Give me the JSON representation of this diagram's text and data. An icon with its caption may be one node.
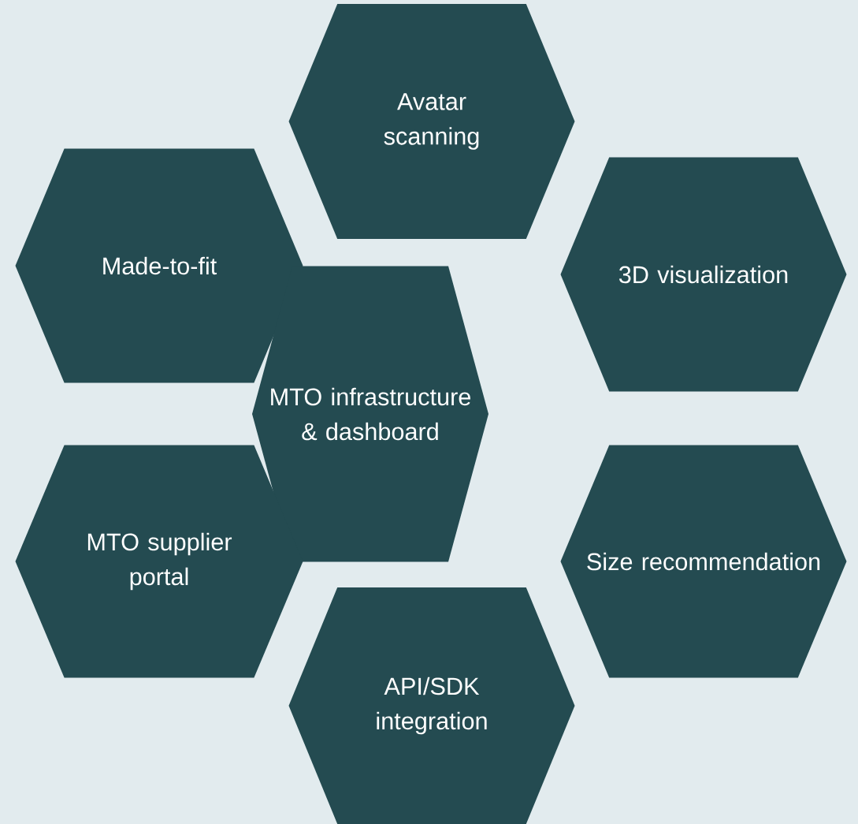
{
  "diagram": {
    "nodes": [
      {
        "text": [
          "Avatar scanning"
        ]
      },
      {
        "text": [
          "Made-to-fit"
        ]
      },
      {
        "text": [
          "3D visualization"
        ]
      },
      {
        "text": [
          "MTO infrastructure & dashboard"
        ]
      },
      {
        "text": [
          "MTO supplier portal"
        ]
      },
      {
        "text": [
          "Size recommendation"
        ]
      },
      {
        "text": [
          "API/SDK integration"
        ]
      }
    ]
  }
}
